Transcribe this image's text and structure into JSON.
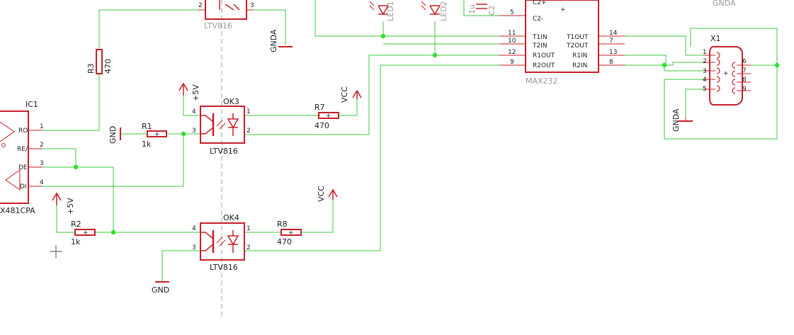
{
  "title": "",
  "components": {
    "ic1": {
      "ref": "IC1",
      "value": "X481CPA",
      "pins": {
        "ro": "RO",
        "re": "RE/",
        "de": "DE",
        "di": "DI"
      }
    },
    "max232": {
      "value": "MAX232",
      "pins": {
        "c2plus": "C2+",
        "c2minus": "C2-",
        "t1in": "T1IN",
        "t2in": "T2IN",
        "r1out": "R1OUT",
        "r2out": "R2OUT",
        "t1out": "T1OUT",
        "t2out": "T2OUT",
        "r1in": "R1IN",
        "r2in": "R2IN"
      }
    },
    "ok3": {
      "ref": "OK3",
      "value": "LTV816"
    },
    "ok4": {
      "ref": "OK4",
      "value": "LTV816"
    },
    "ok_top": {
      "value": "LTV816"
    },
    "x1": {
      "ref": "X1"
    },
    "r1": {
      "ref": "R1",
      "value": "1k"
    },
    "r2": {
      "ref": "R2",
      "value": "1k"
    },
    "r3": {
      "ref": "R3",
      "value": "470"
    },
    "r7": {
      "ref": "R7",
      "value": "470"
    },
    "r8": {
      "ref": "R8",
      "value": "470"
    },
    "led1": {
      "ref": "LED1"
    },
    "led2": {
      "ref": "LED2"
    },
    "cap": {
      "ref": "C2",
      "value": "1u"
    }
  },
  "supplies": {
    "plus5v": "+5V",
    "vcc": "VCC",
    "gnd": "GND",
    "gnda": "GNDA"
  },
  "pin_numbers": {
    "p1": "1",
    "p2": "2",
    "p3": "3",
    "p4": "4",
    "p5": "5",
    "p6": "6",
    "p7": "7",
    "p8": "8",
    "p9": "9",
    "p10": "10",
    "p11": "11",
    "p12": "12",
    "p13": "13",
    "p14": "14"
  },
  "colors": {
    "wire": "#3cc83c",
    "junction": "#2ee02e",
    "part": "#c81e28",
    "text": "#202020",
    "value_text": "#9a9a9a",
    "divider": "#a0a0a0"
  }
}
